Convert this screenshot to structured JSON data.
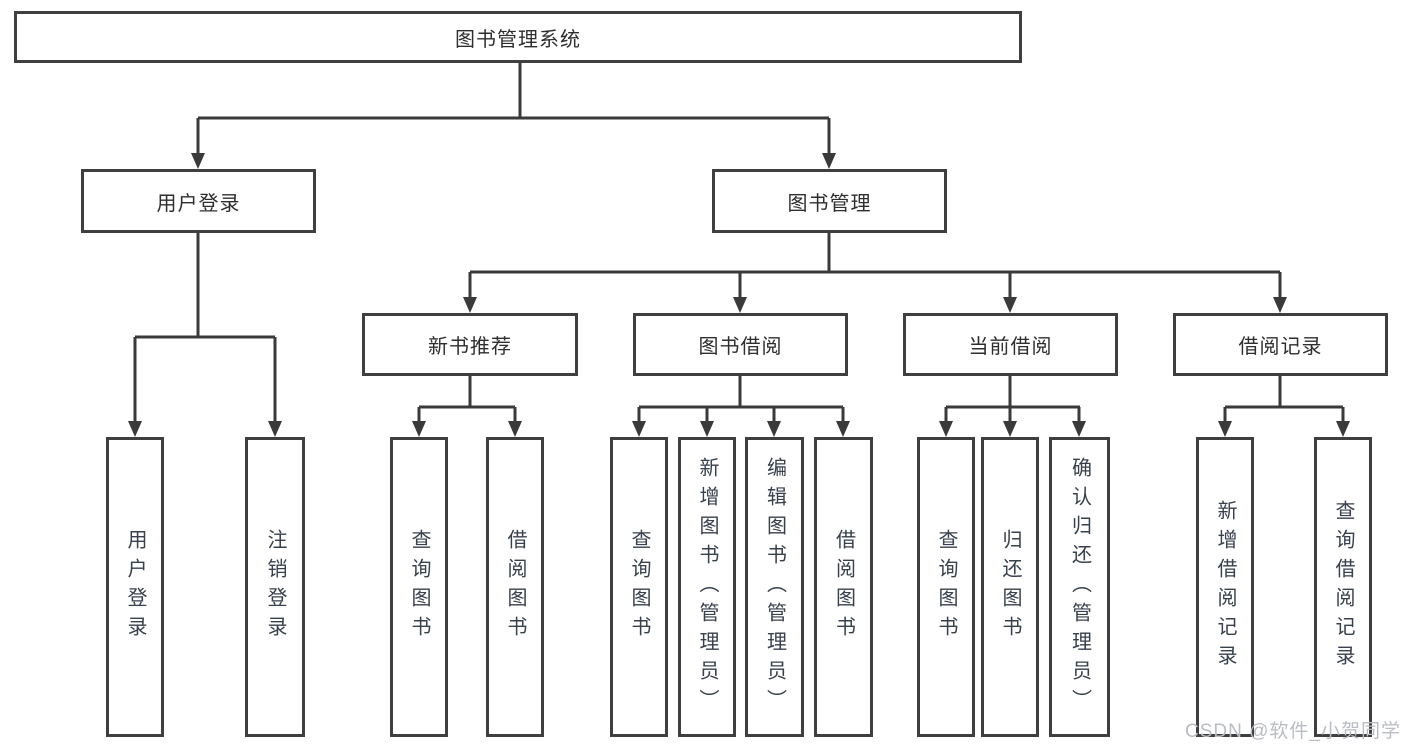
{
  "diagram": {
    "title_node": "图书管理系统",
    "level2": {
      "user_login": "用户登录",
      "book_management": "图书管理"
    },
    "level3": {
      "new_book_recommend": "新书推荐",
      "book_borrowing": "图书借阅",
      "current_borrowing": "当前借阅",
      "borrowing_records": "借阅记录"
    },
    "leaves": {
      "user_login": "用户登录",
      "logout": "注销登录",
      "recommend_query_books": "查询图书",
      "recommend_borrow_books": "借阅图书",
      "borrowing_query_books": "查询图书",
      "borrowing_add_books": "新增图书（管理员）",
      "borrowing_edit_books": "编辑图书（管理员）",
      "borrowing_borrow_books": "借阅图书",
      "current_query_books": "查询图书",
      "current_return_books": "归还图书",
      "current_confirm_return": "确认归还（管理员）",
      "records_add_record": "新增借阅记录",
      "records_query_record": "查询借阅记录"
    }
  },
  "watermark": {
    "text": "CSDN @软件_小贺同学"
  },
  "colors": {
    "line": "#3a3a3a",
    "box_border": "#3f3f3f",
    "box_fill": "#ffffff",
    "label_text": "#2e2e2e",
    "leaf_text": "#38404c",
    "watermark_text": "#b9bdc4",
    "background": "#ffffff"
  }
}
